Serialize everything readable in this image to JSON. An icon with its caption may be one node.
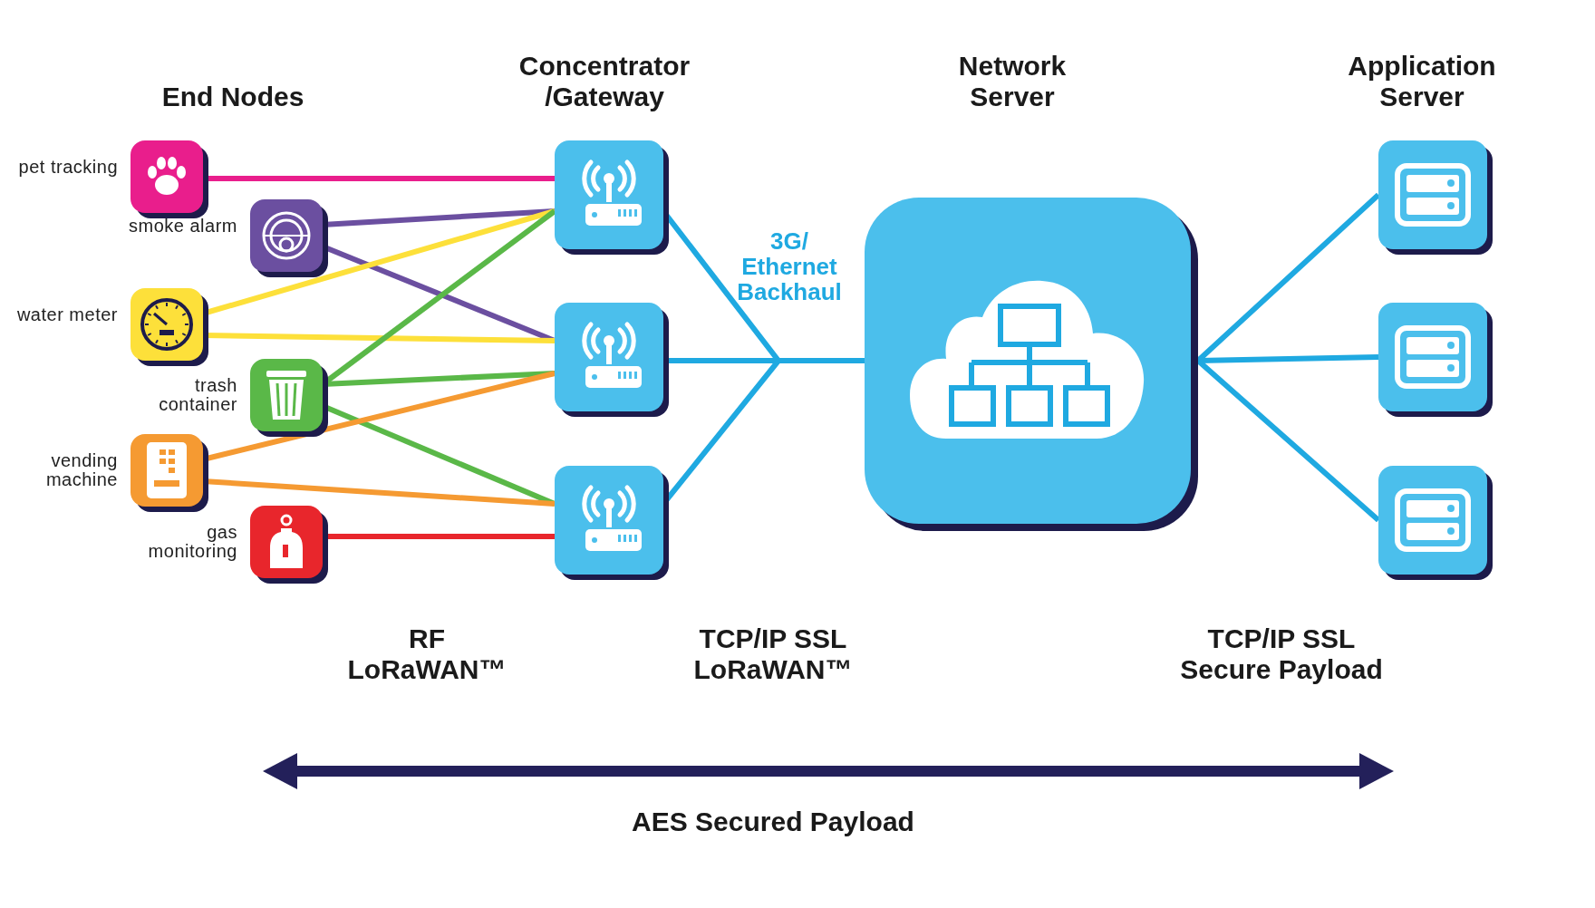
{
  "diagram": {
    "nodes": [
      {
        "text": [],
        "shape": "box",
        "beside": [
          "pet tracking"
        ]
      },
      {
        "text": [],
        "shape": "box",
        "beside": [
          "smoke alarm"
        ]
      },
      {
        "text": [],
        "shape": "box",
        "beside": [
          "water meter"
        ]
      },
      {
        "text": [],
        "shape": "box",
        "beside": [
          "trash container"
        ]
      },
      {
        "text": [],
        "shape": "box",
        "beside": [
          "vending machine"
        ]
      },
      {
        "text": [],
        "shape": "box",
        "beside": [
          "gas monitoring"
        ]
      },
      {
        "text": [],
        "shape": "box"
      },
      {
        "text": [],
        "shape": "box"
      },
      {
        "text": [],
        "shape": "box"
      },
      {
        "text": [],
        "shape": "cloud"
      },
      {
        "text": [],
        "shape": "box"
      },
      {
        "text": [],
        "shape": "box"
      },
      {
        "text": [],
        "shape": "box"
      }
    ],
    "edges": [
      {
        "from": 0,
        "to": 6,
        "arrow": "none",
        "color": "#e91e8c"
      },
      {
        "from": 1,
        "to": 6,
        "arrow": "none",
        "color": "#6b4fa0"
      },
      {
        "from": 1,
        "to": 7,
        "arrow": "none",
        "color": "#6b4fa0"
      },
      {
        "from": 2,
        "to": 6,
        "arrow": "none",
        "color": "#fde03a"
      },
      {
        "from": 2,
        "to": 7,
        "arrow": "none",
        "color": "#fde03a"
      },
      {
        "from": 3,
        "to": 6,
        "arrow": "none",
        "color": "#5ab848"
      },
      {
        "from": 3,
        "to": 7,
        "arrow": "none",
        "color": "#5ab848"
      },
      {
        "from": 3,
        "to": 8,
        "arrow": "none",
        "color": "#5ab848"
      },
      {
        "from": 4,
        "to": 7,
        "arrow": "none",
        "color": "#f59a32"
      },
      {
        "from": 4,
        "to": 8,
        "arrow": "none",
        "color": "#f59a32"
      },
      {
        "from": 5,
        "to": 8,
        "arrow": "none",
        "color": "#e8262c"
      },
      {
        "from": 6,
        "to": 9,
        "arrow": "none"
      },
      {
        "from": 7,
        "to": 9,
        "arrow": "none"
      },
      {
        "from": 8,
        "to": 9,
        "arrow": "none"
      },
      {
        "from": 9,
        "to": 10,
        "arrow": "none"
      },
      {
        "from": 9,
        "to": 11,
        "arrow": "none"
      },
      {
        "from": 9,
        "to": 12,
        "arrow": "none"
      }
    ],
    "labels": [
      "Concentrator /Gateway",
      "Network Server",
      "Application Server",
      "End Nodes",
      "3G/ Ethernet Backhaul",
      "RF LoRaWAN™",
      "TCP/IP SSL LoRaWAN™",
      "TCP/IP SSL Secure Payload",
      "AES Secured Payload"
    ]
  }
}
